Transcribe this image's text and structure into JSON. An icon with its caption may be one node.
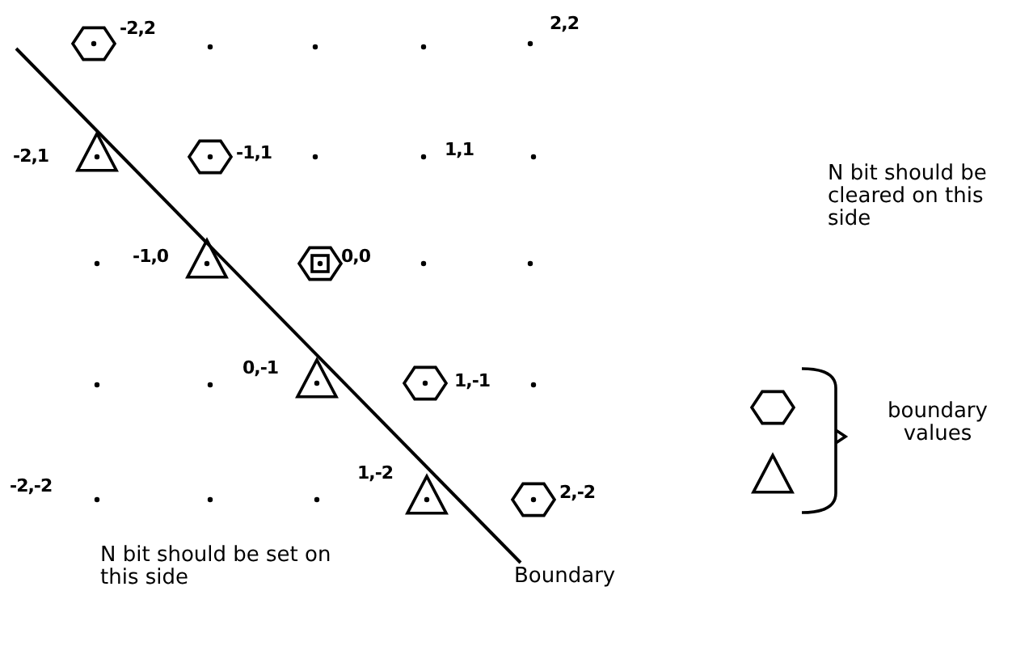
{
  "diagram": {
    "labels": [
      "-2,2",
      "2,2",
      "-2,1",
      "-1,1",
      "1,1",
      "N bit should be cleared on this side",
      "-1,0",
      "0,0",
      "0,-1",
      "1,-1",
      "-2,-2",
      "1,-2",
      "2,-2",
      "N bit should be set on this side",
      "Boundary"
    ],
    "legend": [
      {
        "text": "boundary values"
      }
    ]
  }
}
